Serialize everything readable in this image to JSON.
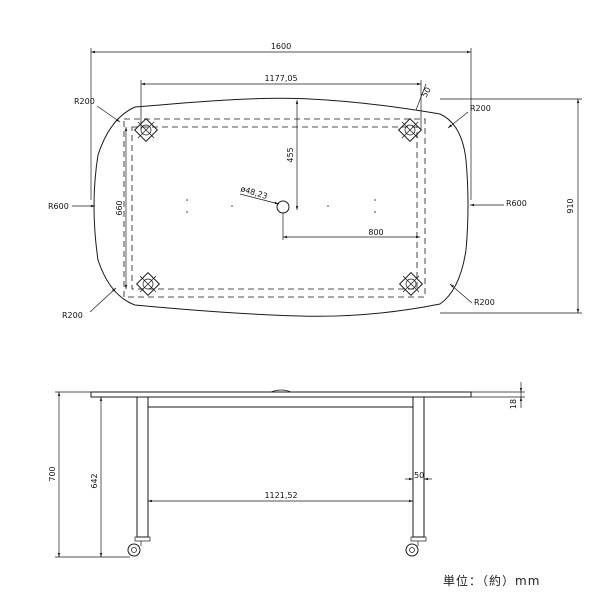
{
  "top_view": {
    "overall_width": "1600",
    "bracket_span": "1177,05",
    "depth": "910",
    "inner_depth": "660",
    "offset_455": "455",
    "offset_800": "800",
    "hole_diameter": "ø48,23",
    "corner_radius_tl": "R200",
    "corner_radius_tr": "R200",
    "corner_radius_bl": "R200",
    "corner_radius_br": "R200",
    "side_radius_left": "R600",
    "side_radius_right": "R600",
    "leg_size": "50"
  },
  "side_view": {
    "total_height": "700",
    "leg_height": "642",
    "top_thickness": "18",
    "leg_width": "50",
    "inner_span": "1121,52"
  },
  "unit_note": "単位：（約）mm"
}
